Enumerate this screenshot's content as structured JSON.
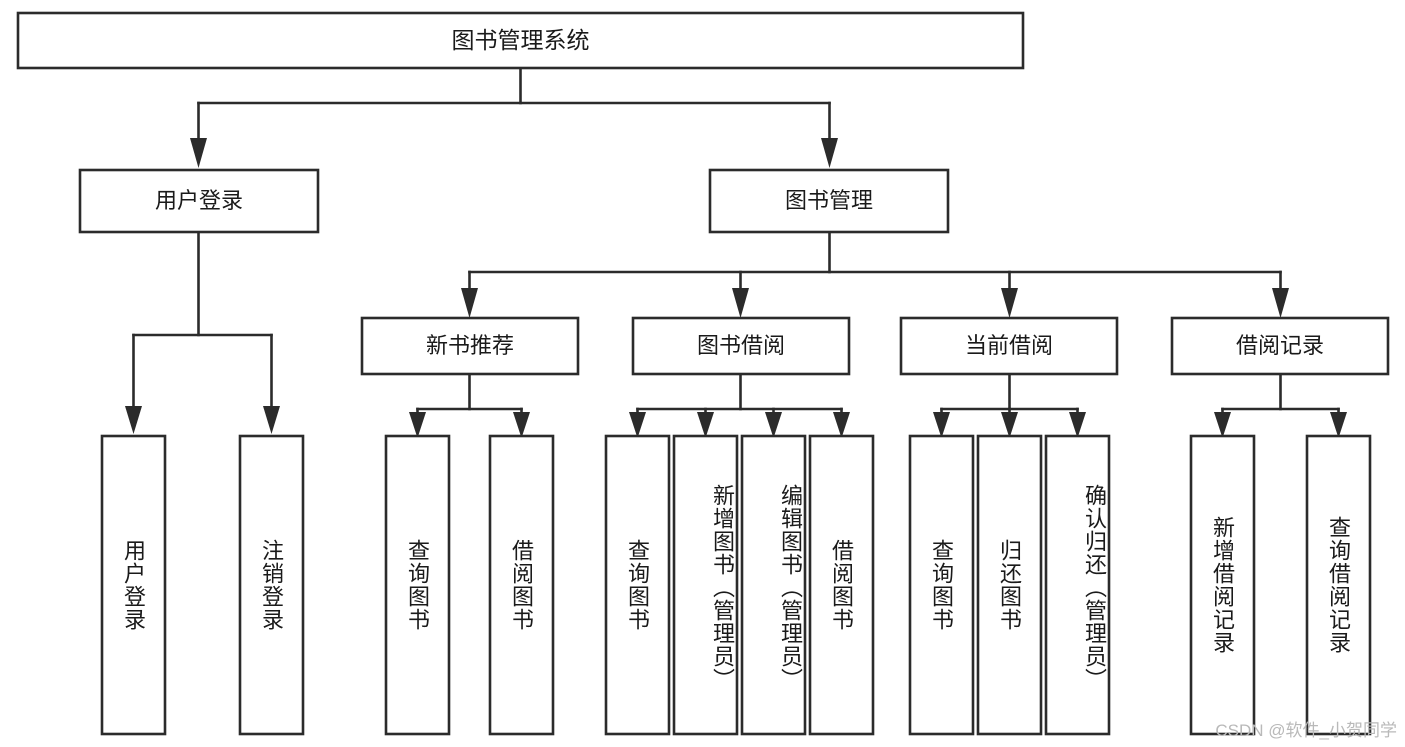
{
  "diagram": {
    "title": "图书管理系统",
    "type": "tree-hierarchy",
    "root": {
      "id": "root",
      "label": "图书管理系统"
    },
    "level2": [
      {
        "id": "user-login",
        "label": "用户登录"
      },
      {
        "id": "book-manage",
        "label": "图书管理"
      }
    ],
    "level3": [
      {
        "id": "new-book-recommend",
        "label": "新书推荐"
      },
      {
        "id": "book-borrow",
        "label": "图书借阅"
      },
      {
        "id": "current-borrow",
        "label": "当前借阅"
      },
      {
        "id": "borrow-record",
        "label": "借阅记录"
      }
    ],
    "leaves": [
      {
        "id": "leaf-user-login",
        "label": "用户登录",
        "parent": "user-login"
      },
      {
        "id": "leaf-logout-login",
        "label": "注销登录",
        "parent": "user-login"
      },
      {
        "id": "leaf-query-book-1",
        "label": "查询图书",
        "parent": "new-book-recommend"
      },
      {
        "id": "leaf-borrow-book-1",
        "label": "借阅图书",
        "parent": "new-book-recommend"
      },
      {
        "id": "leaf-query-book-2",
        "label": "查询图书",
        "parent": "book-borrow"
      },
      {
        "id": "leaf-add-book-admin",
        "label": "新增图书（管理员）",
        "parent": "book-borrow"
      },
      {
        "id": "leaf-edit-book-admin",
        "label": "编辑图书（管理员）",
        "parent": "book-borrow"
      },
      {
        "id": "leaf-borrow-book-2",
        "label": "借阅图书",
        "parent": "book-borrow"
      },
      {
        "id": "leaf-query-book-3",
        "label": "查询图书",
        "parent": "current-borrow"
      },
      {
        "id": "leaf-return-book",
        "label": "归还图书",
        "parent": "current-borrow"
      },
      {
        "id": "leaf-confirm-return-admin",
        "label": "确认归还（管理员）",
        "parent": "current-borrow"
      },
      {
        "id": "leaf-add-borrow-record",
        "label": "新增借阅记录",
        "parent": "borrow-record"
      },
      {
        "id": "leaf-query-borrow-record",
        "label": "查询借阅记录",
        "parent": "borrow-record"
      }
    ],
    "watermark": "CSDN @软件_小贺同学",
    "colors": {
      "stroke": "#2b2b2b",
      "fill": "#ffffff",
      "text": "#1a1a1a",
      "watermark": "#b9b9b9",
      "background": "#ffffff"
    }
  }
}
